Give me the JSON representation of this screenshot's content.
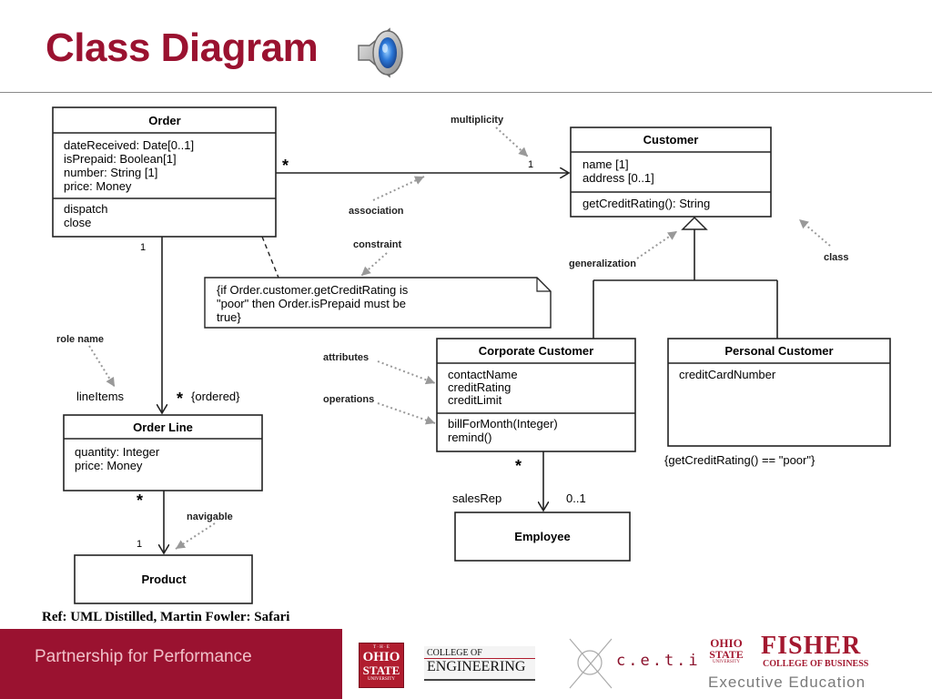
{
  "slide": {
    "title": "Class Diagram",
    "reference": "Ref: UML Distilled, Martin Fowler: Safari",
    "footer_text": "Partnership for Performance"
  },
  "diagram": {
    "classes": {
      "order": {
        "name": "Order",
        "attributes": [
          "dateReceived: Date[0..1]",
          "isPrepaid: Boolean[1]",
          "number: String [1]",
          "price: Money"
        ],
        "operations": [
          "dispatch",
          "close"
        ]
      },
      "customer": {
        "name": "Customer",
        "attributes": [
          "name [1]",
          "address [0..1]"
        ],
        "operations": [
          "getCreditRating(): String"
        ]
      },
      "corporate_customer": {
        "name": "Corporate Customer",
        "attributes": [
          "contactName",
          "creditRating",
          "creditLimit"
        ],
        "operations": [
          "billForMonth(Integer)",
          "remind()"
        ]
      },
      "personal_customer": {
        "name": "Personal Customer",
        "attributes": [
          "creditCardNumber"
        ]
      },
      "order_line": {
        "name": "Order Line",
        "attributes": [
          "quantity: Integer",
          "price: Money"
        ]
      },
      "product": {
        "name": "Product"
      },
      "employee": {
        "name": "Employee"
      }
    },
    "constraint_note": [
      "{if Order.customer.getCreditRating is",
      "\"poor\" then Order.isPrepaid must be",
      "true}"
    ],
    "personal_constraint": "{getCreditRating() == \"poor\"}",
    "multiplicities": {
      "order_customer_order_end": "*",
      "order_customer_customer_end": "1",
      "order_orderline_order_end": "1",
      "order_orderline_line_end": "*",
      "orderline_product_line_end": "*",
      "orderline_product_product_end": "1",
      "corporate_employee_corporate_end": "*",
      "corporate_employee_employee_end": "0..1"
    },
    "role_labels": {
      "line_items": "lineItems",
      "ordered": "{ordered}",
      "sales_rep": "salesRep"
    },
    "annotations": {
      "multiplicity": "multiplicity",
      "association": "association",
      "constraint": "constraint",
      "generalization": "generalization",
      "class": "class",
      "role_name": "role  name",
      "attributes": "attributes",
      "operations": "operations",
      "navigable": "navigable"
    }
  },
  "logos": {
    "osu_the": "T · H · E",
    "osu_ohio": "OHIO",
    "osu_state": "STATE",
    "osu_university": "UNIVERSITY",
    "engineering_line1": "COLLEGE OF",
    "engineering_line2": "ENGINEERING",
    "ceti": "c.e.t.i",
    "fisher": "FISHER",
    "fisher_sub": "COLLEGE OF BUSINESS",
    "executive_education": "Executive Education"
  },
  "colors": {
    "accent": "#9a1230",
    "footer_text": "#f0c0c8",
    "diagram_line": "#222222"
  },
  "icons": {
    "speaker": "speaker-icon"
  }
}
